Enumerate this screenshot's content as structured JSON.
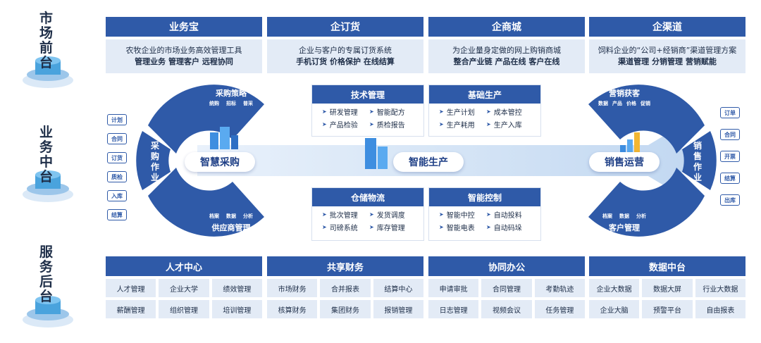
{
  "layers": {
    "front": [
      "市",
      "场",
      "前",
      "台"
    ],
    "middle": [
      "业",
      "务",
      "中",
      "台"
    ],
    "back": [
      "服",
      "务",
      "后",
      "台"
    ]
  },
  "front_products": [
    {
      "name": "业务宝",
      "desc": "农牧企业的市场业务高效管理工具",
      "tags": "管理业务  管理客户  远程协同"
    },
    {
      "name": "企订货",
      "desc": "企业与客户的专属订货系统",
      "tags": "手机订货  价格保护  在线结算"
    },
    {
      "name": "企商城",
      "desc": "为企业量身定做的网上购销商城",
      "tags": "整合产业链  产品在线  客户在线"
    },
    {
      "name": "企渠道",
      "desc": "饲料企业的“公司+经销商”渠道管理方案",
      "tags": "渠道管理  分销管理  营销赋能"
    }
  ],
  "purchase": {
    "top_title": "采购策略",
    "top_subs": [
      "统购",
      "招标",
      "普采"
    ],
    "bottom_title": "供应商管理",
    "bottom_subs": [
      "档案",
      "数据",
      "分析"
    ],
    "side": [
      "采",
      "购",
      "作",
      "业"
    ],
    "center": "智慧采购",
    "items": [
      "计划",
      "合同",
      "订货",
      "质检",
      "入库",
      "结算"
    ]
  },
  "production": {
    "center": "智能生产",
    "cards": [
      {
        "title": "技术管理",
        "items": [
          "研发管理",
          "智能配方",
          "产品检验",
          "质检报告"
        ]
      },
      {
        "title": "基础生产",
        "items": [
          "生产计划",
          "成本管控",
          "生产耗用",
          "生产入库"
        ]
      },
      {
        "title": "仓储物流",
        "items": [
          "批次管理",
          "发货调度",
          "司磅系统",
          "库存管理"
        ]
      },
      {
        "title": "智能控制",
        "items": [
          "智能中控",
          "自动投料",
          "智能电表",
          "自动码垛"
        ]
      }
    ]
  },
  "sales": {
    "top_title": "营销获客",
    "top_subs": [
      "数据",
      "产品",
      "价格",
      "促销"
    ],
    "bottom_title": "客户管理",
    "bottom_subs": [
      "档案",
      "数据",
      "分析"
    ],
    "side": [
      "销",
      "售",
      "作",
      "业"
    ],
    "center": "销售运营",
    "items": [
      "订单",
      "合同",
      "开票",
      "结算",
      "出库"
    ]
  },
  "back_groups": [
    {
      "title": "人才中心",
      "items": [
        "人才管理",
        "企业大学",
        "绩效管理",
        "薪酬管理",
        "组织管理",
        "培训管理"
      ]
    },
    {
      "title": "共享财务",
      "items": [
        "市场财务",
        "合并报表",
        "结算中心",
        "核算财务",
        "集团财务",
        "报销管理"
      ]
    },
    {
      "title": "协同办公",
      "items": [
        "申请审批",
        "合同管理",
        "考勤轨迹",
        "日志管理",
        "视频会议",
        "任务管理"
      ]
    },
    {
      "title": "数据中台",
      "items": [
        "企业大数据",
        "数据大屏",
        "行业大数据",
        "企业大脑",
        "预警平台",
        "自由报表"
      ]
    }
  ],
  "colors": {
    "primary": "#2f5aa8",
    "pale": "#e3ebf6",
    "band": "#c9dbf2"
  }
}
